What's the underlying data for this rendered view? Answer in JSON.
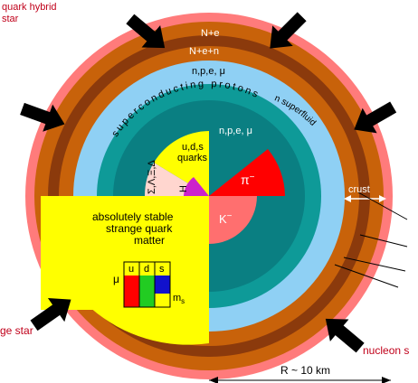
{
  "corner_labels": {
    "top_left_line1": "quark hybrid",
    "top_left_line2": "star",
    "mid_left": "ge star",
    "bottom_right": "nucleon s"
  },
  "layers": {
    "outer_ring": "N+e",
    "second_ring": "N+e+n",
    "third_ring": "n,p,e, μ",
    "superconducting": "superconducting protons",
    "superfluid": "n superfluid",
    "inner_ring": "n,p,e, μ",
    "crust": "crust"
  },
  "core": {
    "quarks_line1": "u,d,s",
    "quarks_line2": "quarks",
    "hyperons": "Σ,Λ,Ξ,Δ",
    "h_label": "H",
    "pion": "π",
    "pion_sup": "−",
    "kaon": "K",
    "kaon_sup": "−"
  },
  "quark_matter": {
    "line1": "absolutely stable",
    "line2": "strange quark",
    "line3": "matter",
    "mu": "μ",
    "u": "u",
    "d": "d",
    "s": "s",
    "ms_base": "m",
    "ms_sub": "s"
  },
  "scale_bar": "R ~ 10 km",
  "colors": {
    "outer_pink": "#ff7b7b",
    "orange": "#c8620a",
    "brown": "#8b3a0c",
    "light_blue": "#8fd0f4",
    "teal": "#0e9a98",
    "dark_teal": "#0a7f82",
    "yellow": "#ffff00",
    "red": "#ff0000",
    "salmon": "#ff6f6f",
    "pale_pink": "#ffd6cf",
    "purple": "#cc22cc"
  }
}
